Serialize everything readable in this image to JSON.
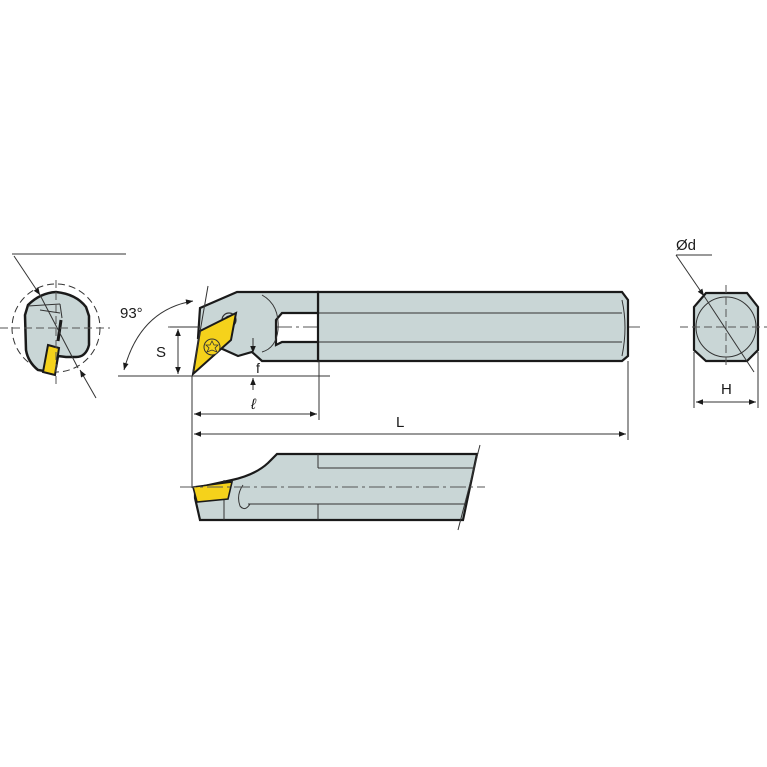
{
  "diagram": {
    "type": "technical-drawing",
    "subject": "internal boring bar with rhombic insert (side, top, and end views)",
    "colors": {
      "body": "#c9d6d6",
      "insert": "#f5d21b",
      "outline": "#1a1a1a",
      "dimension_line": "#333333",
      "centerline": "#555555",
      "background": "#ffffff"
    },
    "labels": {
      "angle": "93°",
      "s": "S",
      "f": "f",
      "l_small": "ℓ",
      "l_total": "L",
      "diameter": "Ød",
      "h": "H"
    },
    "views": [
      {
        "name": "front-cross-section",
        "position": "left"
      },
      {
        "name": "top-view",
        "position": "center-top"
      },
      {
        "name": "side-view",
        "position": "center-bottom"
      },
      {
        "name": "end-view",
        "position": "right"
      }
    ]
  }
}
